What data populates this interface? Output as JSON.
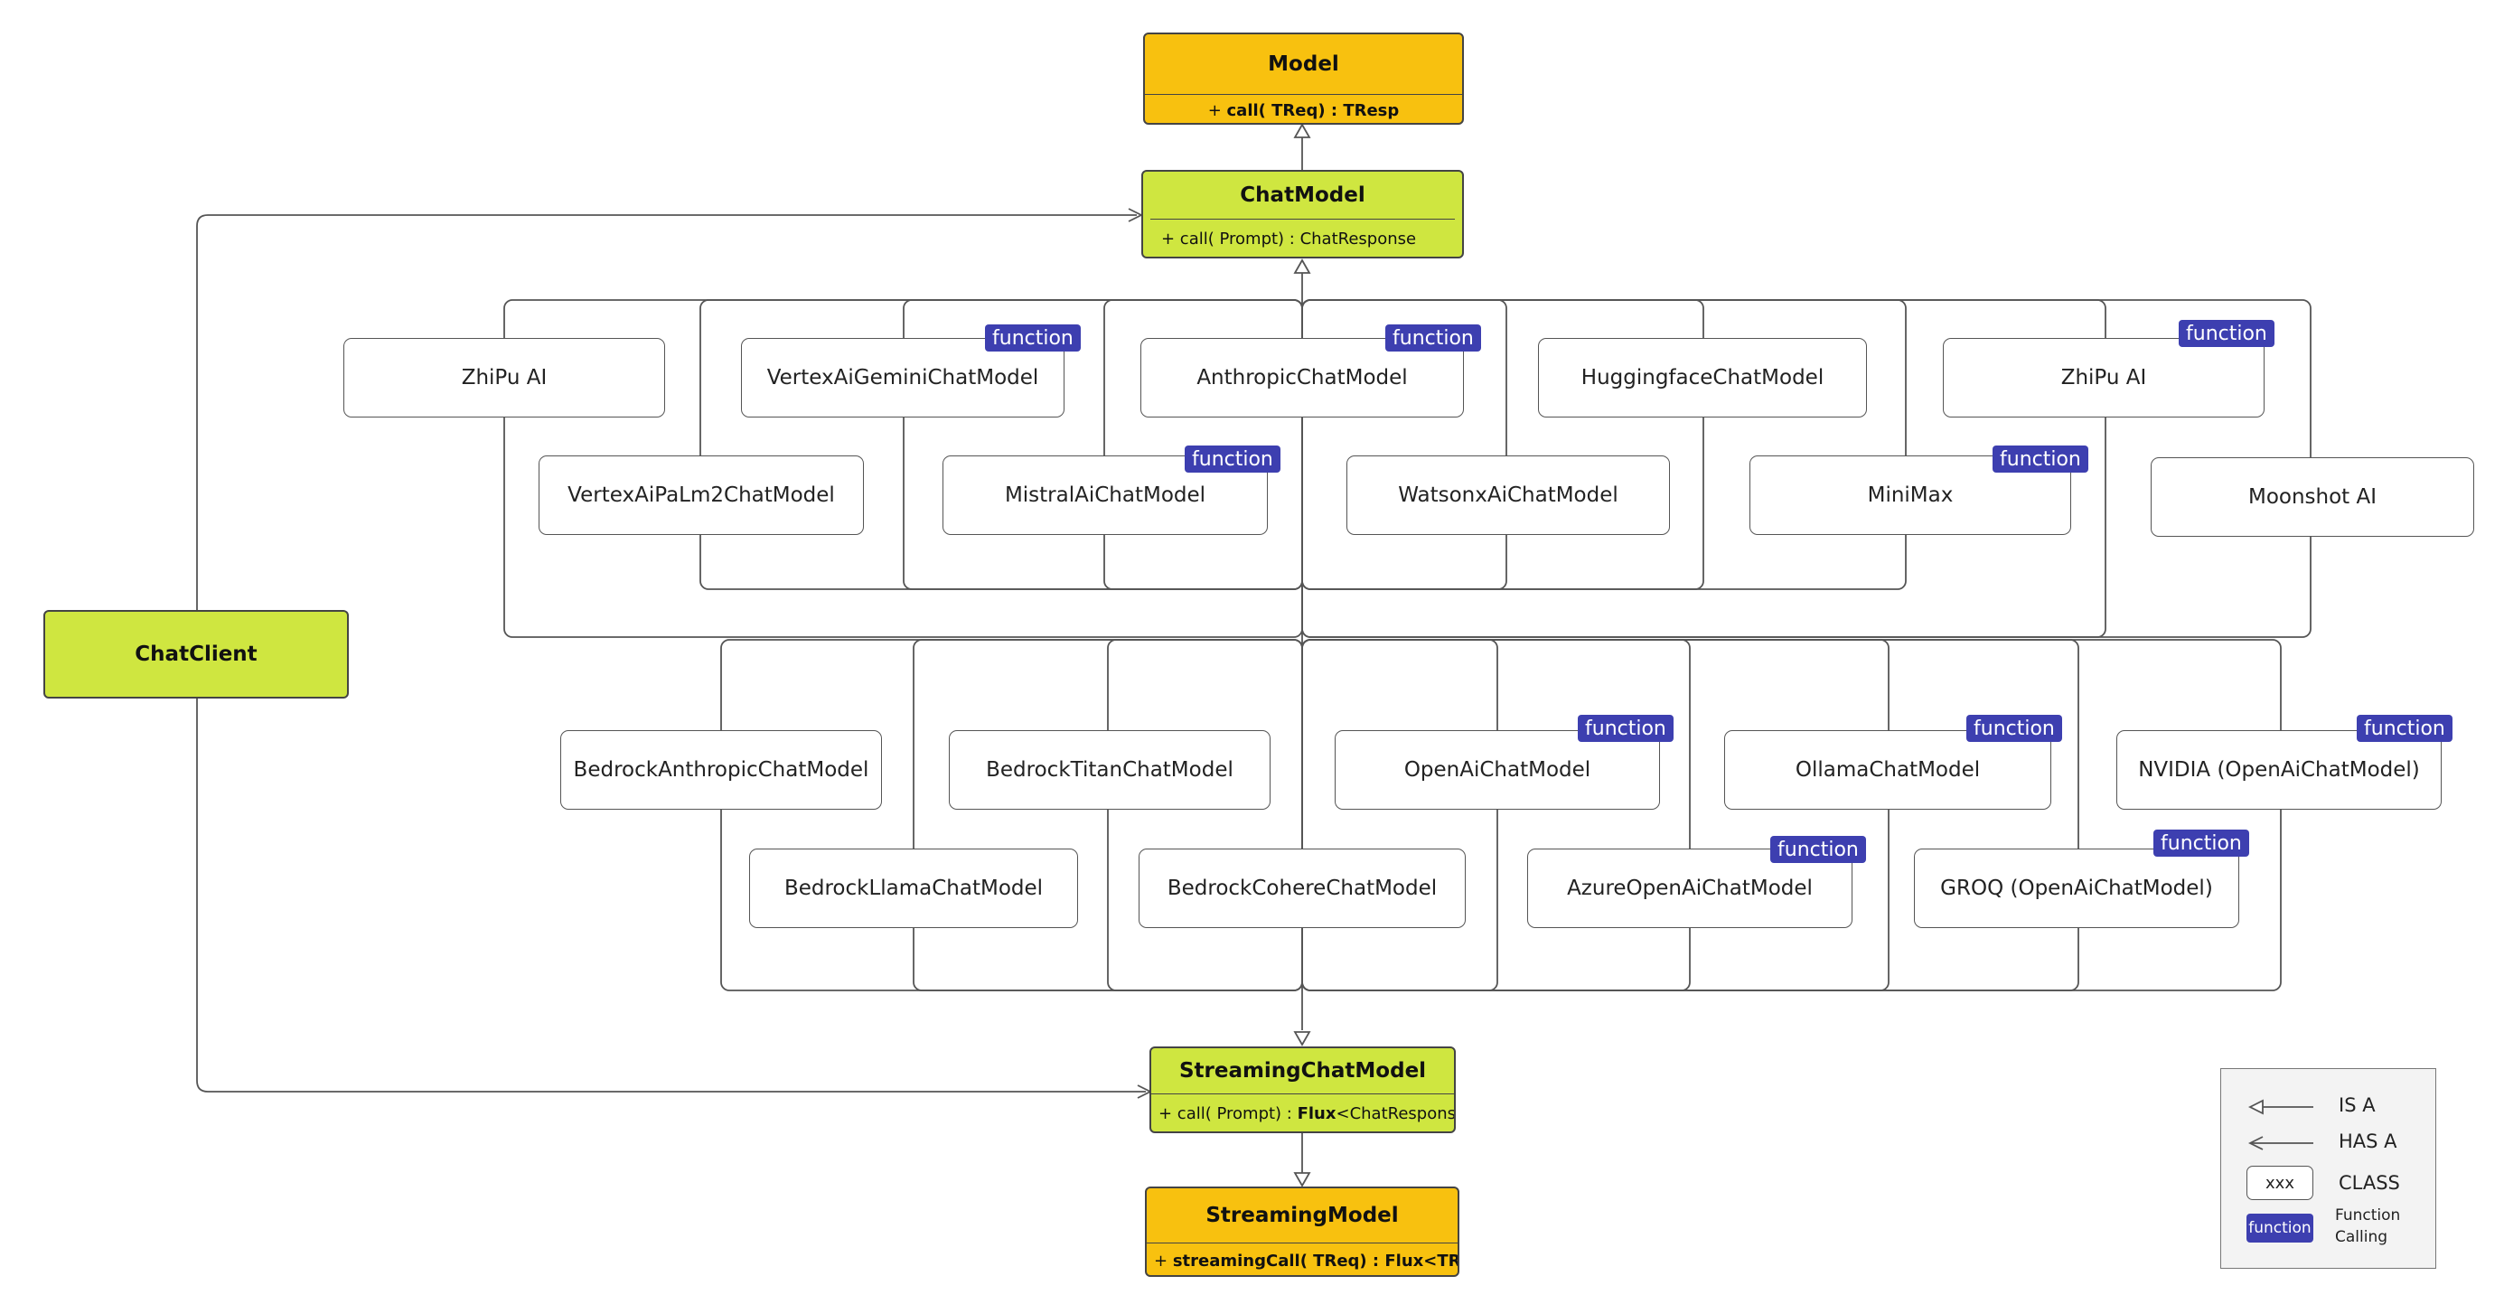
{
  "interfaces": {
    "model": {
      "title": "Model",
      "method_prefix": "+ ",
      "method_name": "call",
      "method_rest": "( TReq) : TResp"
    },
    "chat_model": {
      "title": "ChatModel",
      "method": "+ call( Prompt) : ChatResponse"
    },
    "streaming_chat_model": {
      "title": "StreamingChatModel",
      "method_prefix": "+ call( Prompt) : ",
      "method_bold": "Flux",
      "method_rest": "<ChatResponse>"
    },
    "streaming_model": {
      "title": "StreamingModel",
      "method_prefix": "+ ",
      "method_name": "streamingCall",
      "method_rest": "( TReq) : Flux<TResp>"
    },
    "chat_client": {
      "title": "ChatClient"
    }
  },
  "badge_label": "function",
  "upper_models": [
    {
      "label": "ZhiPu AI",
      "function_calling": false
    },
    {
      "label": "VertexAiGeminiChatModel",
      "function_calling": true
    },
    {
      "label": "AnthropicChatModel",
      "function_calling": true
    },
    {
      "label": "HuggingfaceChatModel",
      "function_calling": false
    },
    {
      "label": "ZhiPu AI",
      "function_calling": true
    },
    {
      "label": "VertexAiPaLm2ChatModel",
      "function_calling": false
    },
    {
      "label": "MistralAiChatModel",
      "function_calling": true
    },
    {
      "label": "WatsonxAiChatModel",
      "function_calling": false
    },
    {
      "label": "MiniMax",
      "function_calling": true
    },
    {
      "label": "Moonshot AI",
      "function_calling": false
    }
  ],
  "lower_models": [
    {
      "label": "BedrockAnthropicChatModel",
      "function_calling": false
    },
    {
      "label": "BedrockTitanChatModel",
      "function_calling": false
    },
    {
      "label": "OpenAiChatModel",
      "function_calling": true
    },
    {
      "label": "OllamaChatModel",
      "function_calling": true
    },
    {
      "label": "NVIDIA (OpenAiChatModel)",
      "function_calling": true
    },
    {
      "label": "BedrockLlamaChatModel",
      "function_calling": false
    },
    {
      "label": "BedrockCohereChatModel",
      "function_calling": false
    },
    {
      "label": "AzureOpenAiChatModel",
      "function_calling": true
    },
    {
      "label": "GROQ (OpenAiChatModel)",
      "function_calling": true
    }
  ],
  "legend": {
    "is_a": "IS A",
    "has_a": "HAS A",
    "class_sample": "xxx",
    "class_label": "CLASS",
    "function_sample": "function",
    "function_label_line1": "Function",
    "function_label_line2": "Calling"
  },
  "colors": {
    "interface_green": "#cfe640",
    "interface_gold": "#f8c10f",
    "function_badge": "#3d3fb0",
    "line": "#555555"
  }
}
